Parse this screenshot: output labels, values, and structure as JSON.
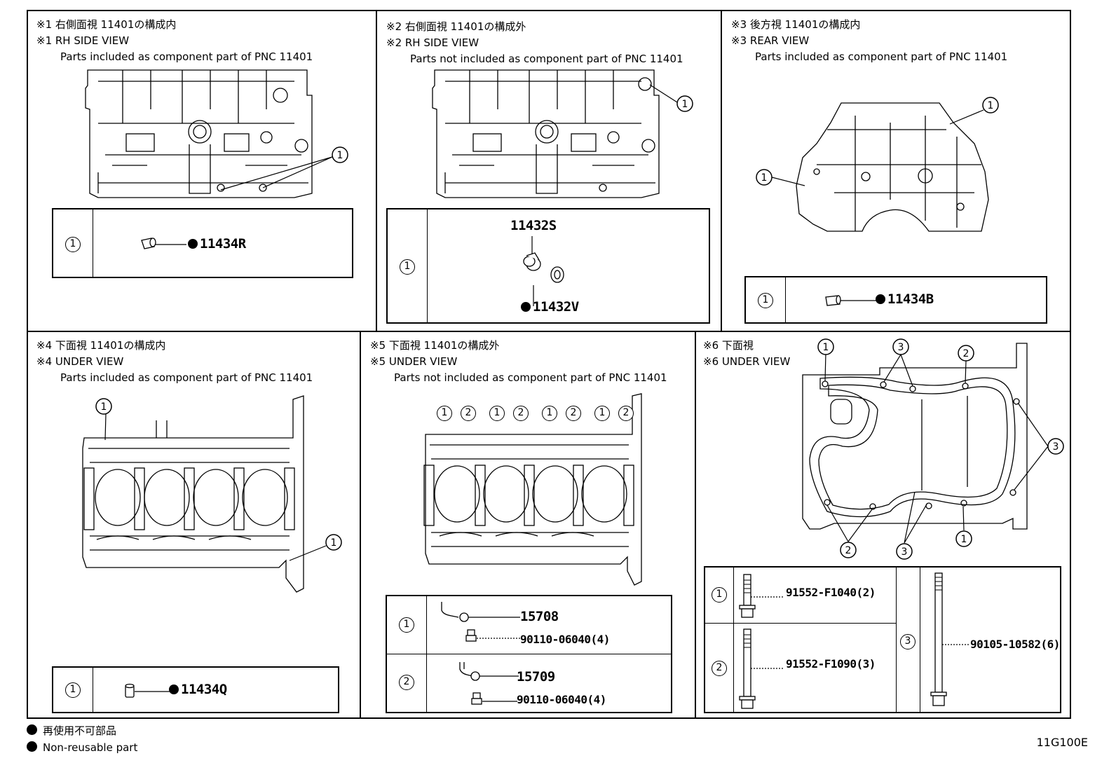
{
  "panels": [
    {
      "ja": "※1 右側面視 11401の構成内",
      "en": "※1 RH SIDE VIEW",
      "desc": "Parts included as component part of PNC 11401"
    },
    {
      "ja": "※2 右側面視 11401の構成外",
      "en": "※2 RH SIDE VIEW",
      "desc": "Parts not included as component part of PNC 11401"
    },
    {
      "ja": "※3 後方視 11401の構成内",
      "en": "※3 REAR VIEW",
      "desc": "Parts included as component part of PNC 11401"
    },
    {
      "ja": "※4 下面視 11401の構成内",
      "en": "※4 UNDER VIEW",
      "desc": "Parts included as component part of PNC 11401"
    },
    {
      "ja": "※5 下面視 11401の構成外",
      "en": "※5 UNDER VIEW",
      "desc": "Parts not included as component part of PNC 11401"
    },
    {
      "ja": "※6 下面視",
      "en": "※6 UNDER VIEW",
      "desc": ""
    }
  ],
  "callouts": {
    "one": "1",
    "two": "2",
    "three": "3"
  },
  "parts": {
    "p1": "11434R",
    "p2a": "11432S",
    "p2b": "11432V",
    "p3": "11434B",
    "p4": "11434Q",
    "p5a": "15708",
    "p5a_bolt": "90110-06040(4)",
    "p5b": "15709",
    "p5b_bolt": "90110-06040(4)",
    "p6a": "91552-F1040(2)",
    "p6b": "91552-F1090(3)",
    "p6c": "90105-10582(6)"
  },
  "legend": {
    "ja": "再使用不可部品",
    "en": "Non-reusable part"
  },
  "diagram_code": "11G100E"
}
